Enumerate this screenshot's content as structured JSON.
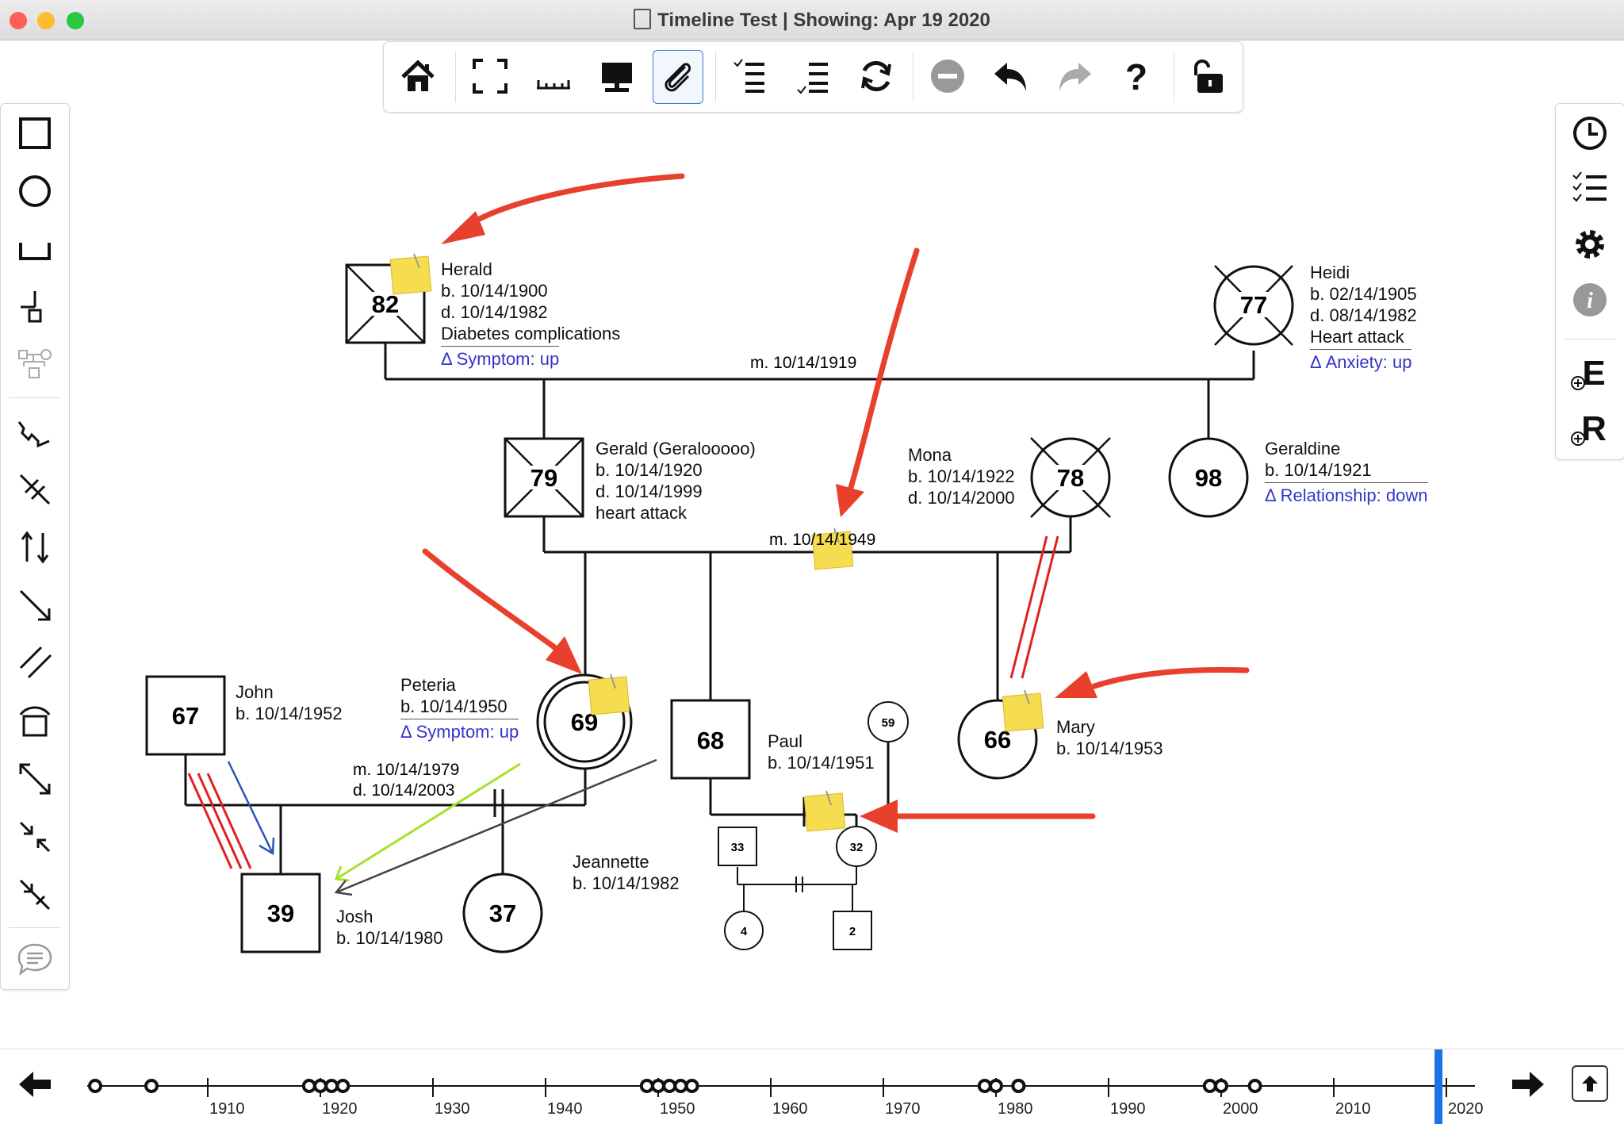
{
  "window": {
    "title": "Timeline Test | Showing: Apr 19 2020",
    "traffic_lights": {
      "close": "#fe5f57",
      "minimize": "#febc2e",
      "maximize": "#28c840"
    }
  },
  "toolbar": {
    "buttons": [
      "home-icon",
      "fit-screen-icon",
      "ruler-icon",
      "presentation-icon",
      "paperclip-icon",
      "checklist-icon",
      "checklist-alt-icon",
      "refresh-icon",
      "remove-icon",
      "undo-icon",
      "redo-icon",
      "help-icon",
      "unlock-icon"
    ],
    "active": "paperclip-icon"
  },
  "left_tools": [
    "male-square-tool",
    "female-circle-tool",
    "marriage-tool",
    "child-tool",
    "family-tool",
    "conflict-tool",
    "cutoff-tool",
    "reciprocity-tool",
    "projection-tool",
    "fusion-tool",
    "inside-tool",
    "toward-away-tool",
    "toward-tool",
    "away-tool",
    "define-self-tool",
    "callout-tool"
  ],
  "right_tools": [
    "clock-icon",
    "checklist-icon",
    "gear-icon",
    "info-icon",
    "add-event-icon",
    "add-relationship-icon"
  ],
  "people": {
    "herald": {
      "age": "82",
      "name": "Herald",
      "born": "b. 10/14/1900",
      "died": "d. 10/14/1982",
      "note": "Diabetes complications",
      "symptom": "Δ Symptom: up"
    },
    "heidi": {
      "age": "77",
      "name": "Heidi",
      "born": "b. 02/14/1905",
      "died": "d. 08/14/1982",
      "note": "Heart attack",
      "symptom": "Δ Anxiety: up"
    },
    "gerald": {
      "age": "79",
      "name": "Gerald (Geralooooo)",
      "born": "b. 10/14/1920",
      "died": "d. 10/14/1999",
      "note": "heart attack"
    },
    "mona": {
      "age": "78",
      "name": "Mona",
      "born": "b. 10/14/1922",
      "died": "d. 10/14/2000"
    },
    "geraldine": {
      "age": "98",
      "name": "Geraldine",
      "born": "b. 10/14/1921",
      "symptom": "Δ Relationship: down"
    },
    "john": {
      "age": "67",
      "name": "John",
      "born": "b. 10/14/1952"
    },
    "peteria": {
      "age": "69",
      "name": "Peteria",
      "born": "b. 10/14/1950",
      "symptom": "Δ Symptom: up"
    },
    "paul": {
      "age": "68",
      "name": "Paul",
      "born": "b. 10/14/1951"
    },
    "mary": {
      "age": "66",
      "name": "Mary",
      "born": "b. 10/14/1953"
    },
    "josh": {
      "age": "39",
      "name": "Josh",
      "born": "b. 10/14/1980"
    },
    "jeannette": {
      "age": "37",
      "name": "Jeannette",
      "born": "b. 10/14/1982"
    },
    "small": {
      "c59": "59",
      "s33": "33",
      "c32": "32",
      "c4": "4",
      "s2": "2"
    }
  },
  "marriages": {
    "herald_heidi": "m. 10/14/1919",
    "gerald_mona": "m. 10/14/1949",
    "john_peteria_m": "m. 10/14/1979",
    "john_peteria_d": "d. 10/14/2003"
  },
  "timeline": {
    "years": [
      "1910",
      "1920",
      "1930",
      "1940",
      "1950",
      "1960",
      "1970",
      "1980",
      "1990",
      "2000",
      "2010",
      "2020"
    ],
    "start_year": 1900,
    "end_year": 2020,
    "current_year": 2019.3
  },
  "colors": {
    "arrow": "#e8402c",
    "note": "#f6dc4f",
    "delta_text": "#3434c8",
    "timeline_cursor": "#1a74e8"
  }
}
